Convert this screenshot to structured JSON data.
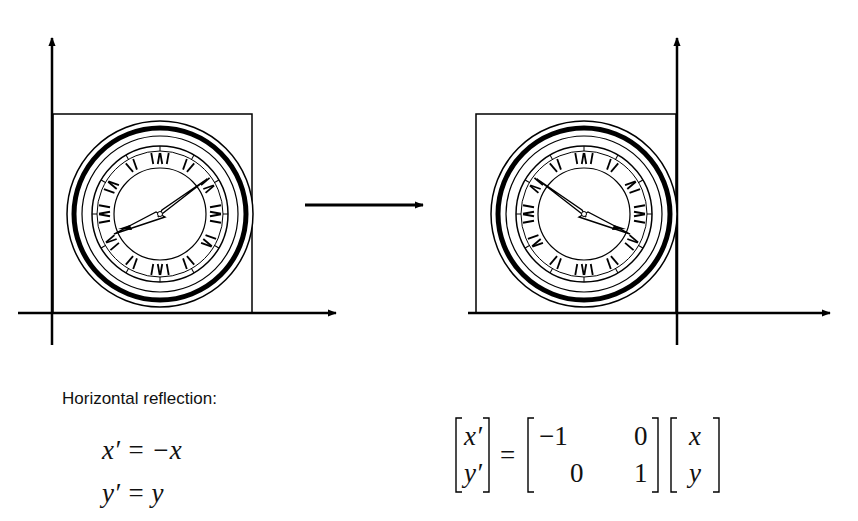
{
  "diagram": {
    "labels": [
      "Horizontal reflection:",
      "x′ = −x",
      "y′ = y",
      "x′",
      "y′",
      "=",
      "−1",
      "0",
      "0",
      "1",
      "x",
      "y"
    ]
  }
}
